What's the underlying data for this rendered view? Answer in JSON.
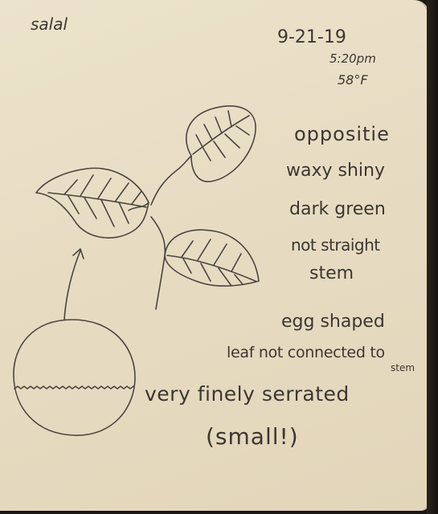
{
  "page": {
    "title": "salal",
    "date": "9-21-19",
    "time": "5:20pm",
    "temperature": "58°F"
  },
  "notes": {
    "arrangement": "oppositie",
    "texture": "waxy shiny",
    "color": "dark green",
    "stem_shape": "not straight",
    "stem_word": "stem",
    "leaf_shape": "egg shaped",
    "connection": "leaf not connected to",
    "connection_end": "stem",
    "edge": "very finely serrated",
    "edge_size": "(small!)"
  },
  "colors": {
    "paper": "#e8ddc4",
    "ink": "#3b3732",
    "background": "#1b1714"
  }
}
